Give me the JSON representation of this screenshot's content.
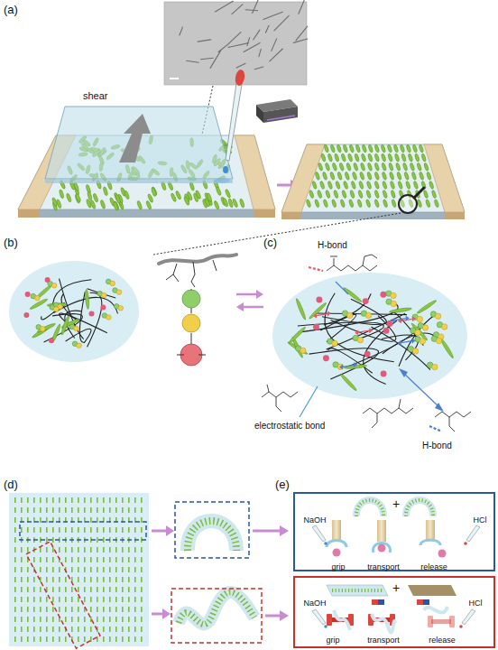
{
  "diagram": {
    "nodes": [
      {
        "text": [
          "+",
          "NaOH",
          "HCl",
          "grip",
          "transport",
          "release"
        ]
      },
      {
        "text": [
          "+",
          "NaOH",
          "HCl",
          "grip",
          "transport",
          "release"
        ]
      }
    ],
    "labels": [
      "(a)",
      "shear",
      "(b)",
      "(c)",
      "H-bond",
      "electrostatic bond",
      "H-bond",
      "(d)",
      "(e)"
    ]
  }
}
